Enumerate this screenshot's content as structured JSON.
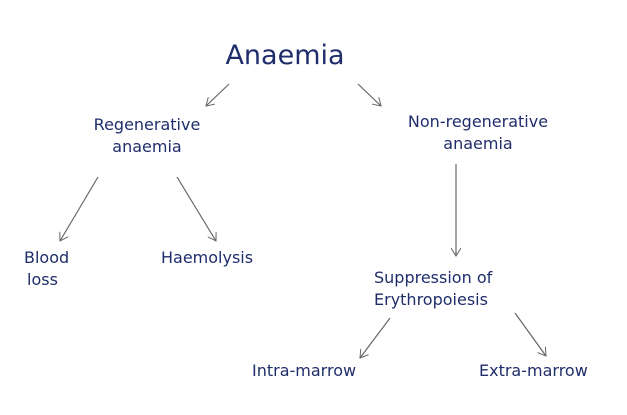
{
  "diagram": {
    "title": "Anaemia",
    "regenerative": {
      "line1": "Regenerative",
      "line2": "anaemia"
    },
    "non_regenerative": {
      "line1": "Non-regenerative",
      "line2": "anaemia"
    },
    "blood_loss": {
      "line1": "Blood",
      "line2": "loss"
    },
    "haemolysis": "Haemolysis",
    "suppression": {
      "line1": "Suppression of",
      "line2": "Erythropoiesis"
    },
    "intra_marrow": "Intra-marrow",
    "extra_marrow": "Extra-marrow",
    "text_color": "#1f2d6b",
    "arrow_color": "#666666"
  }
}
